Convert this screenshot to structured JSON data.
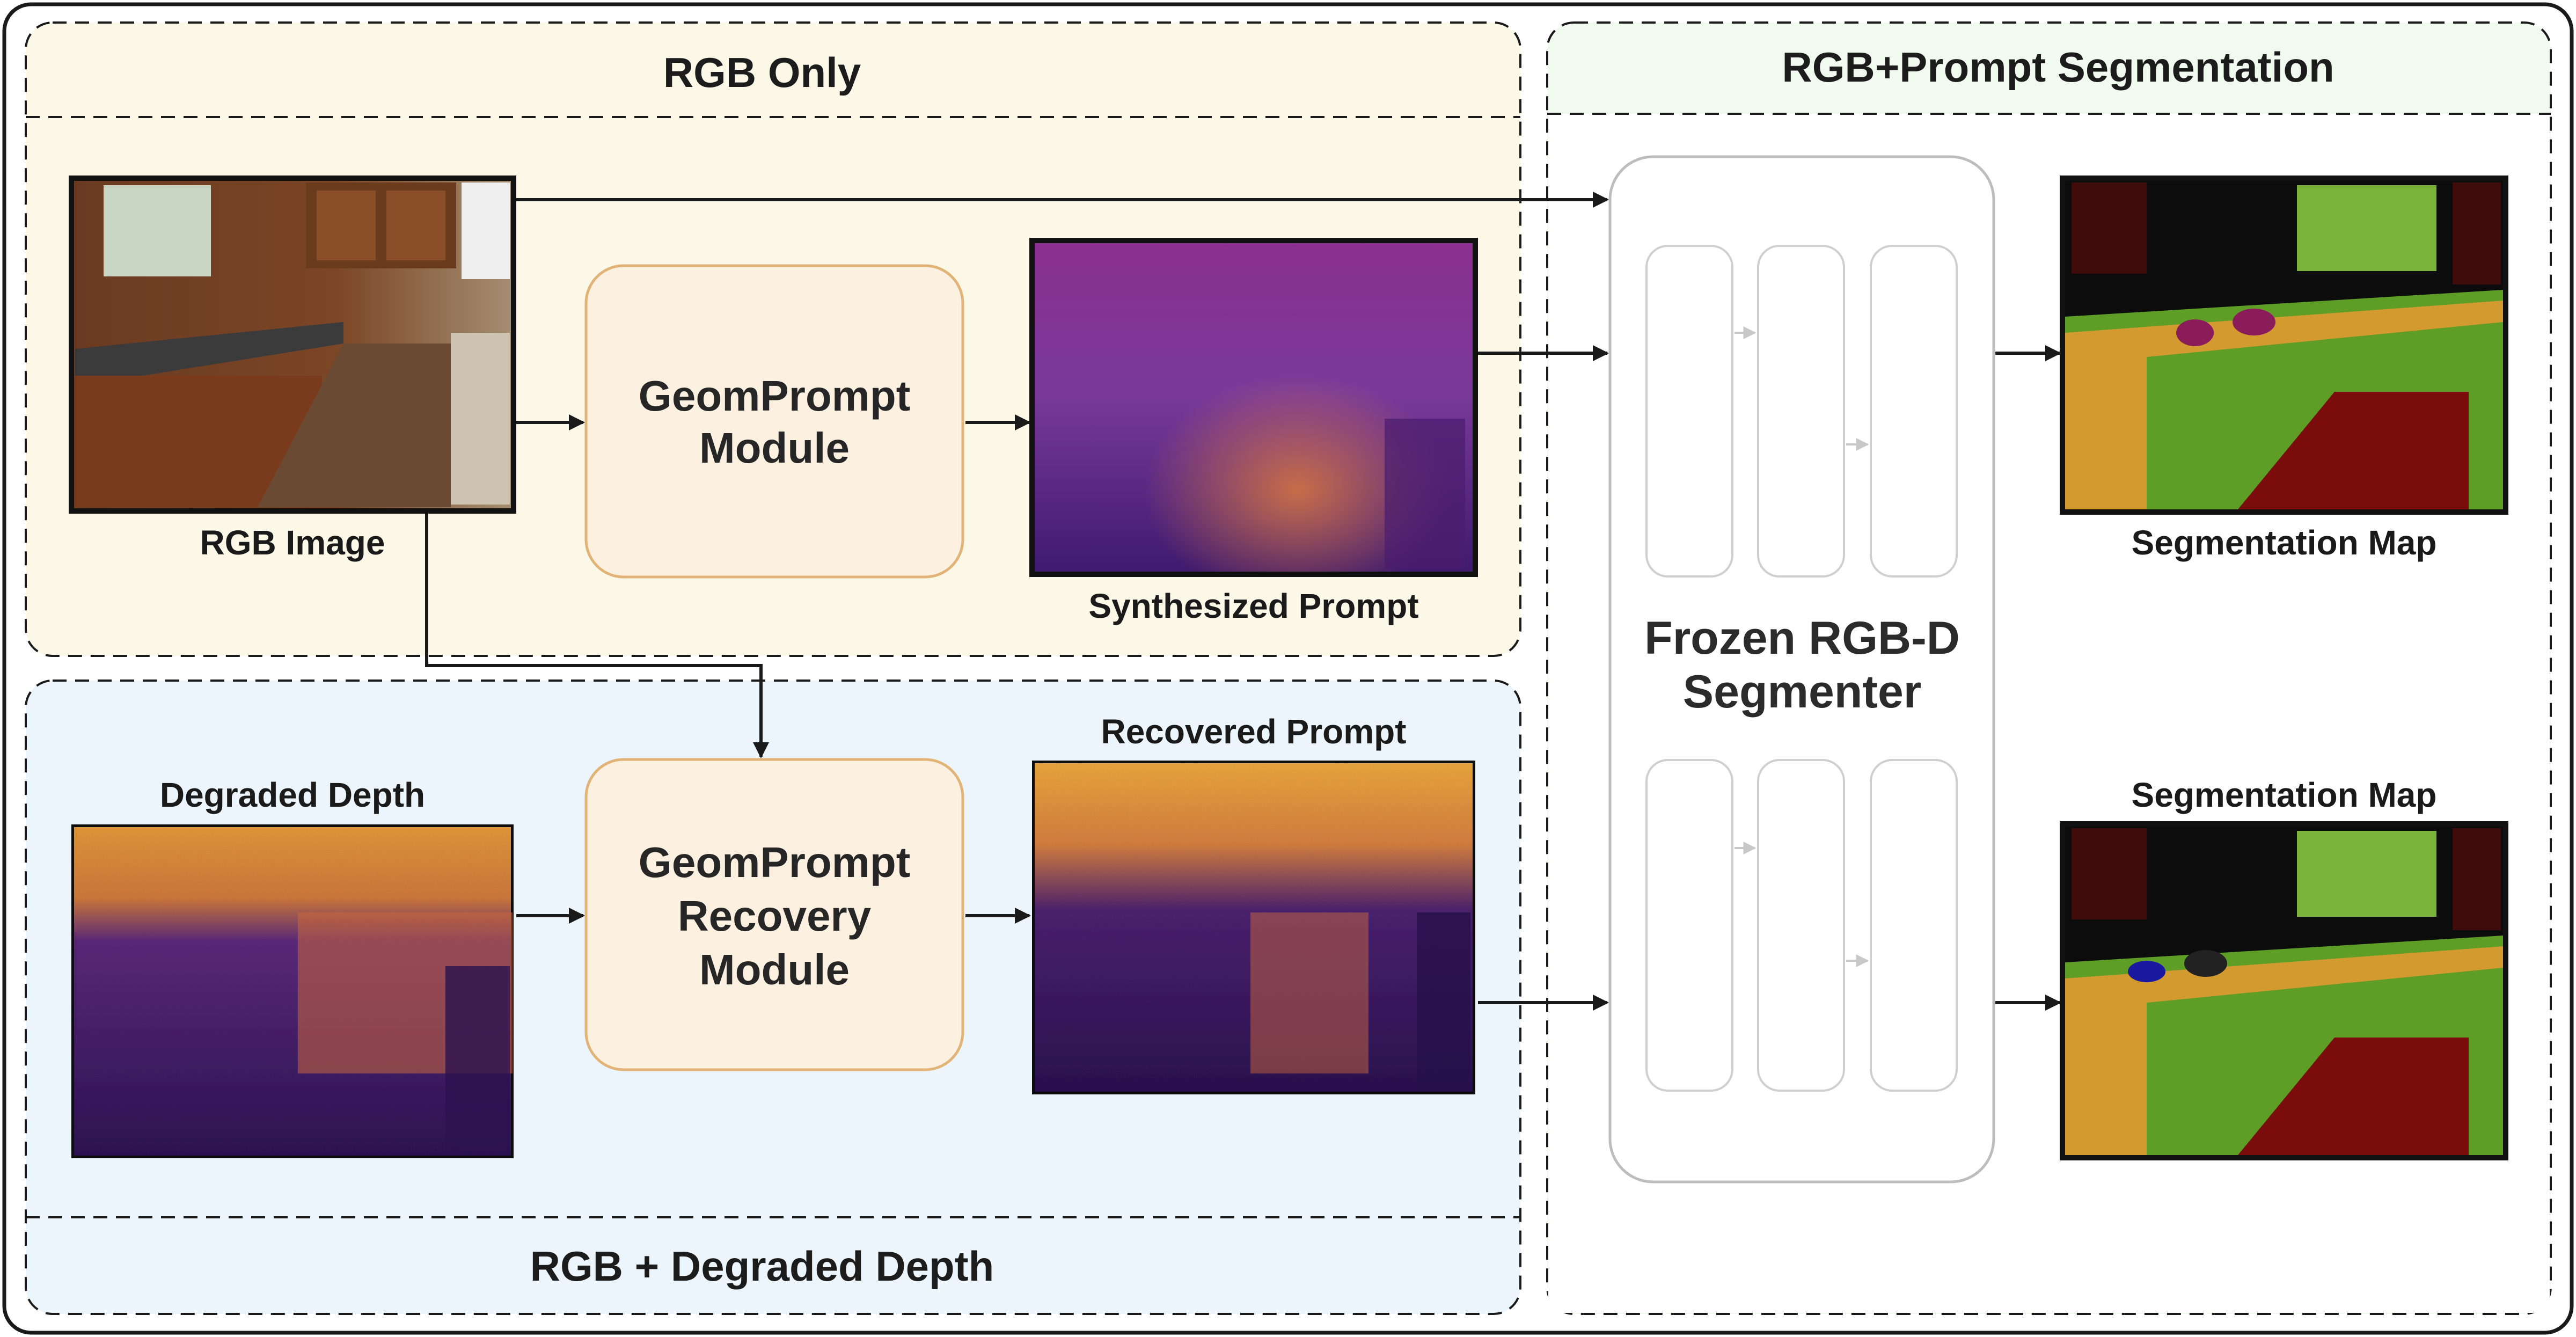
{
  "panels": {
    "rgb_only": {
      "title": "RGB Only",
      "color": "#fbf8e8"
    },
    "rgb_degraded": {
      "title": "RGB + Degraded Depth",
      "color": "#ecf5fc"
    },
    "rgb_prompt": {
      "title": "RGB+Prompt Segmentation",
      "color": "#f0faee"
    }
  },
  "modules": {
    "geomprompt": {
      "line1": "GeomPrompt",
      "line2": "Module"
    },
    "recovery": {
      "line1": "GeomPrompt",
      "line2": "Recovery",
      "line3": "Module"
    },
    "segmenter": {
      "line1": "Frozen RGB-D",
      "line2": "Segmenter"
    }
  },
  "captions": {
    "rgb_image": "RGB Image",
    "synthesized_prompt": "Synthesized Prompt",
    "degraded_depth": "Degraded Depth",
    "recovered_prompt": "Recovered Prompt",
    "segmentation_map_top": "Segmentation Map",
    "segmentation_map_bottom": "Segmentation Map"
  },
  "colors": {
    "module_fill": "#fcf0e0",
    "module_border": "#e2b377",
    "segmenter_border": "#bdbdbd",
    "depth_dark": "#3b1a63",
    "depth_bright": "#e08a3a",
    "seg_floor": "#5e9e27",
    "seg_cabinet": "#d39a30",
    "seg_rug": "#7a0c0c",
    "seg_wall": "#3f0b0b",
    "seg_window": "#7ab43a"
  }
}
